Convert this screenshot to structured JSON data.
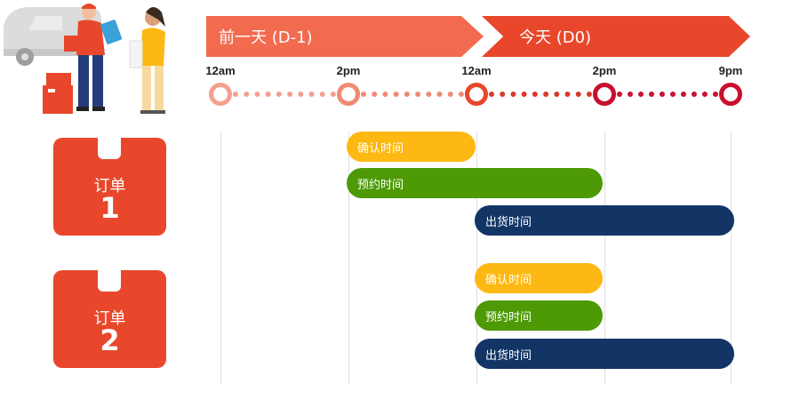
{
  "header": {
    "prev_day_label": "前一天 (D-1)",
    "today_label": "今天 (D0)"
  },
  "timeline": {
    "ticks": [
      "12am",
      "2pm",
      "12am",
      "2pm",
      "9pm"
    ]
  },
  "orders": [
    {
      "label": "订单",
      "number": "1",
      "bars": {
        "confirm": "确认时间",
        "reserve": "预约时间",
        "ship": "出货时间"
      }
    },
    {
      "label": "订单",
      "number": "2",
      "bars": {
        "confirm": "确认时间",
        "reserve": "预约时间",
        "ship": "出货时间"
      }
    }
  ],
  "colors": {
    "arrow_prev": "#f26b4f",
    "arrow_today": "#e8472b",
    "confirm": "#fdb813",
    "reserve": "#4e9a06",
    "ship": "#123566",
    "badge": "#e8472b"
  }
}
